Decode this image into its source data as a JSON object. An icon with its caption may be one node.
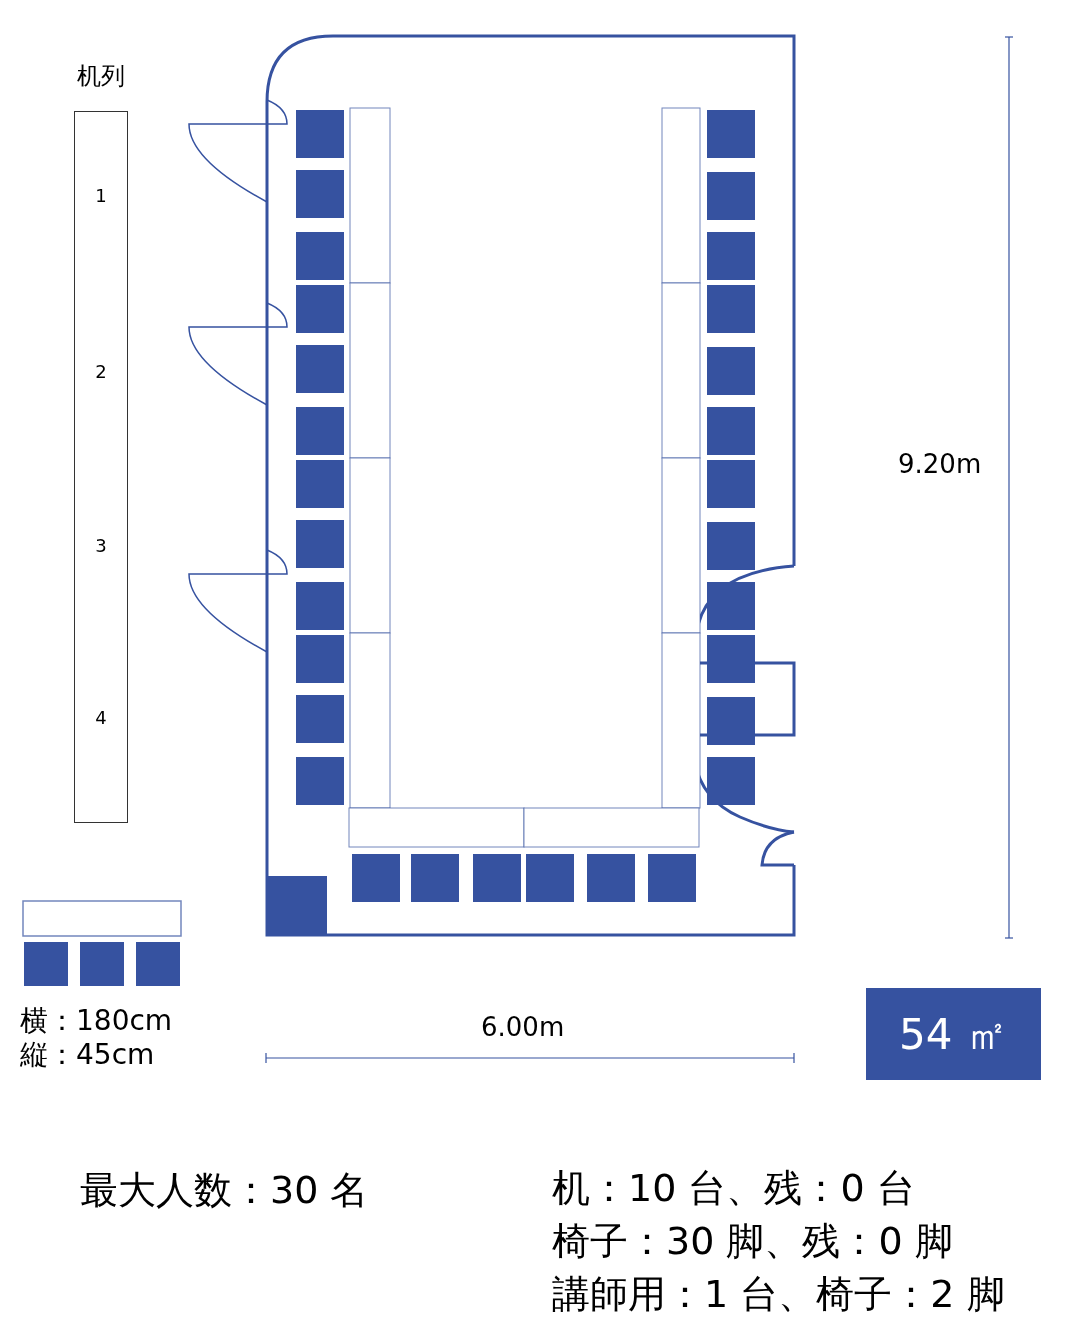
{
  "diagram": {
    "nodes": [
      {
        "text": [
          "机列",
          "1",
          "2",
          "3",
          "4"
        ]
      },
      {
        "text": [
          "54 ㎡"
        ]
      }
    ],
    "labels": [
      "9.20m",
      "横：180cm",
      "縦：45cm",
      "6.00m",
      "最大人数：30 名",
      "机：10 台、残：0 台",
      "椅子：30 脚、残：0 脚",
      "講師用：1 台、椅子：2 脚"
    ]
  }
}
